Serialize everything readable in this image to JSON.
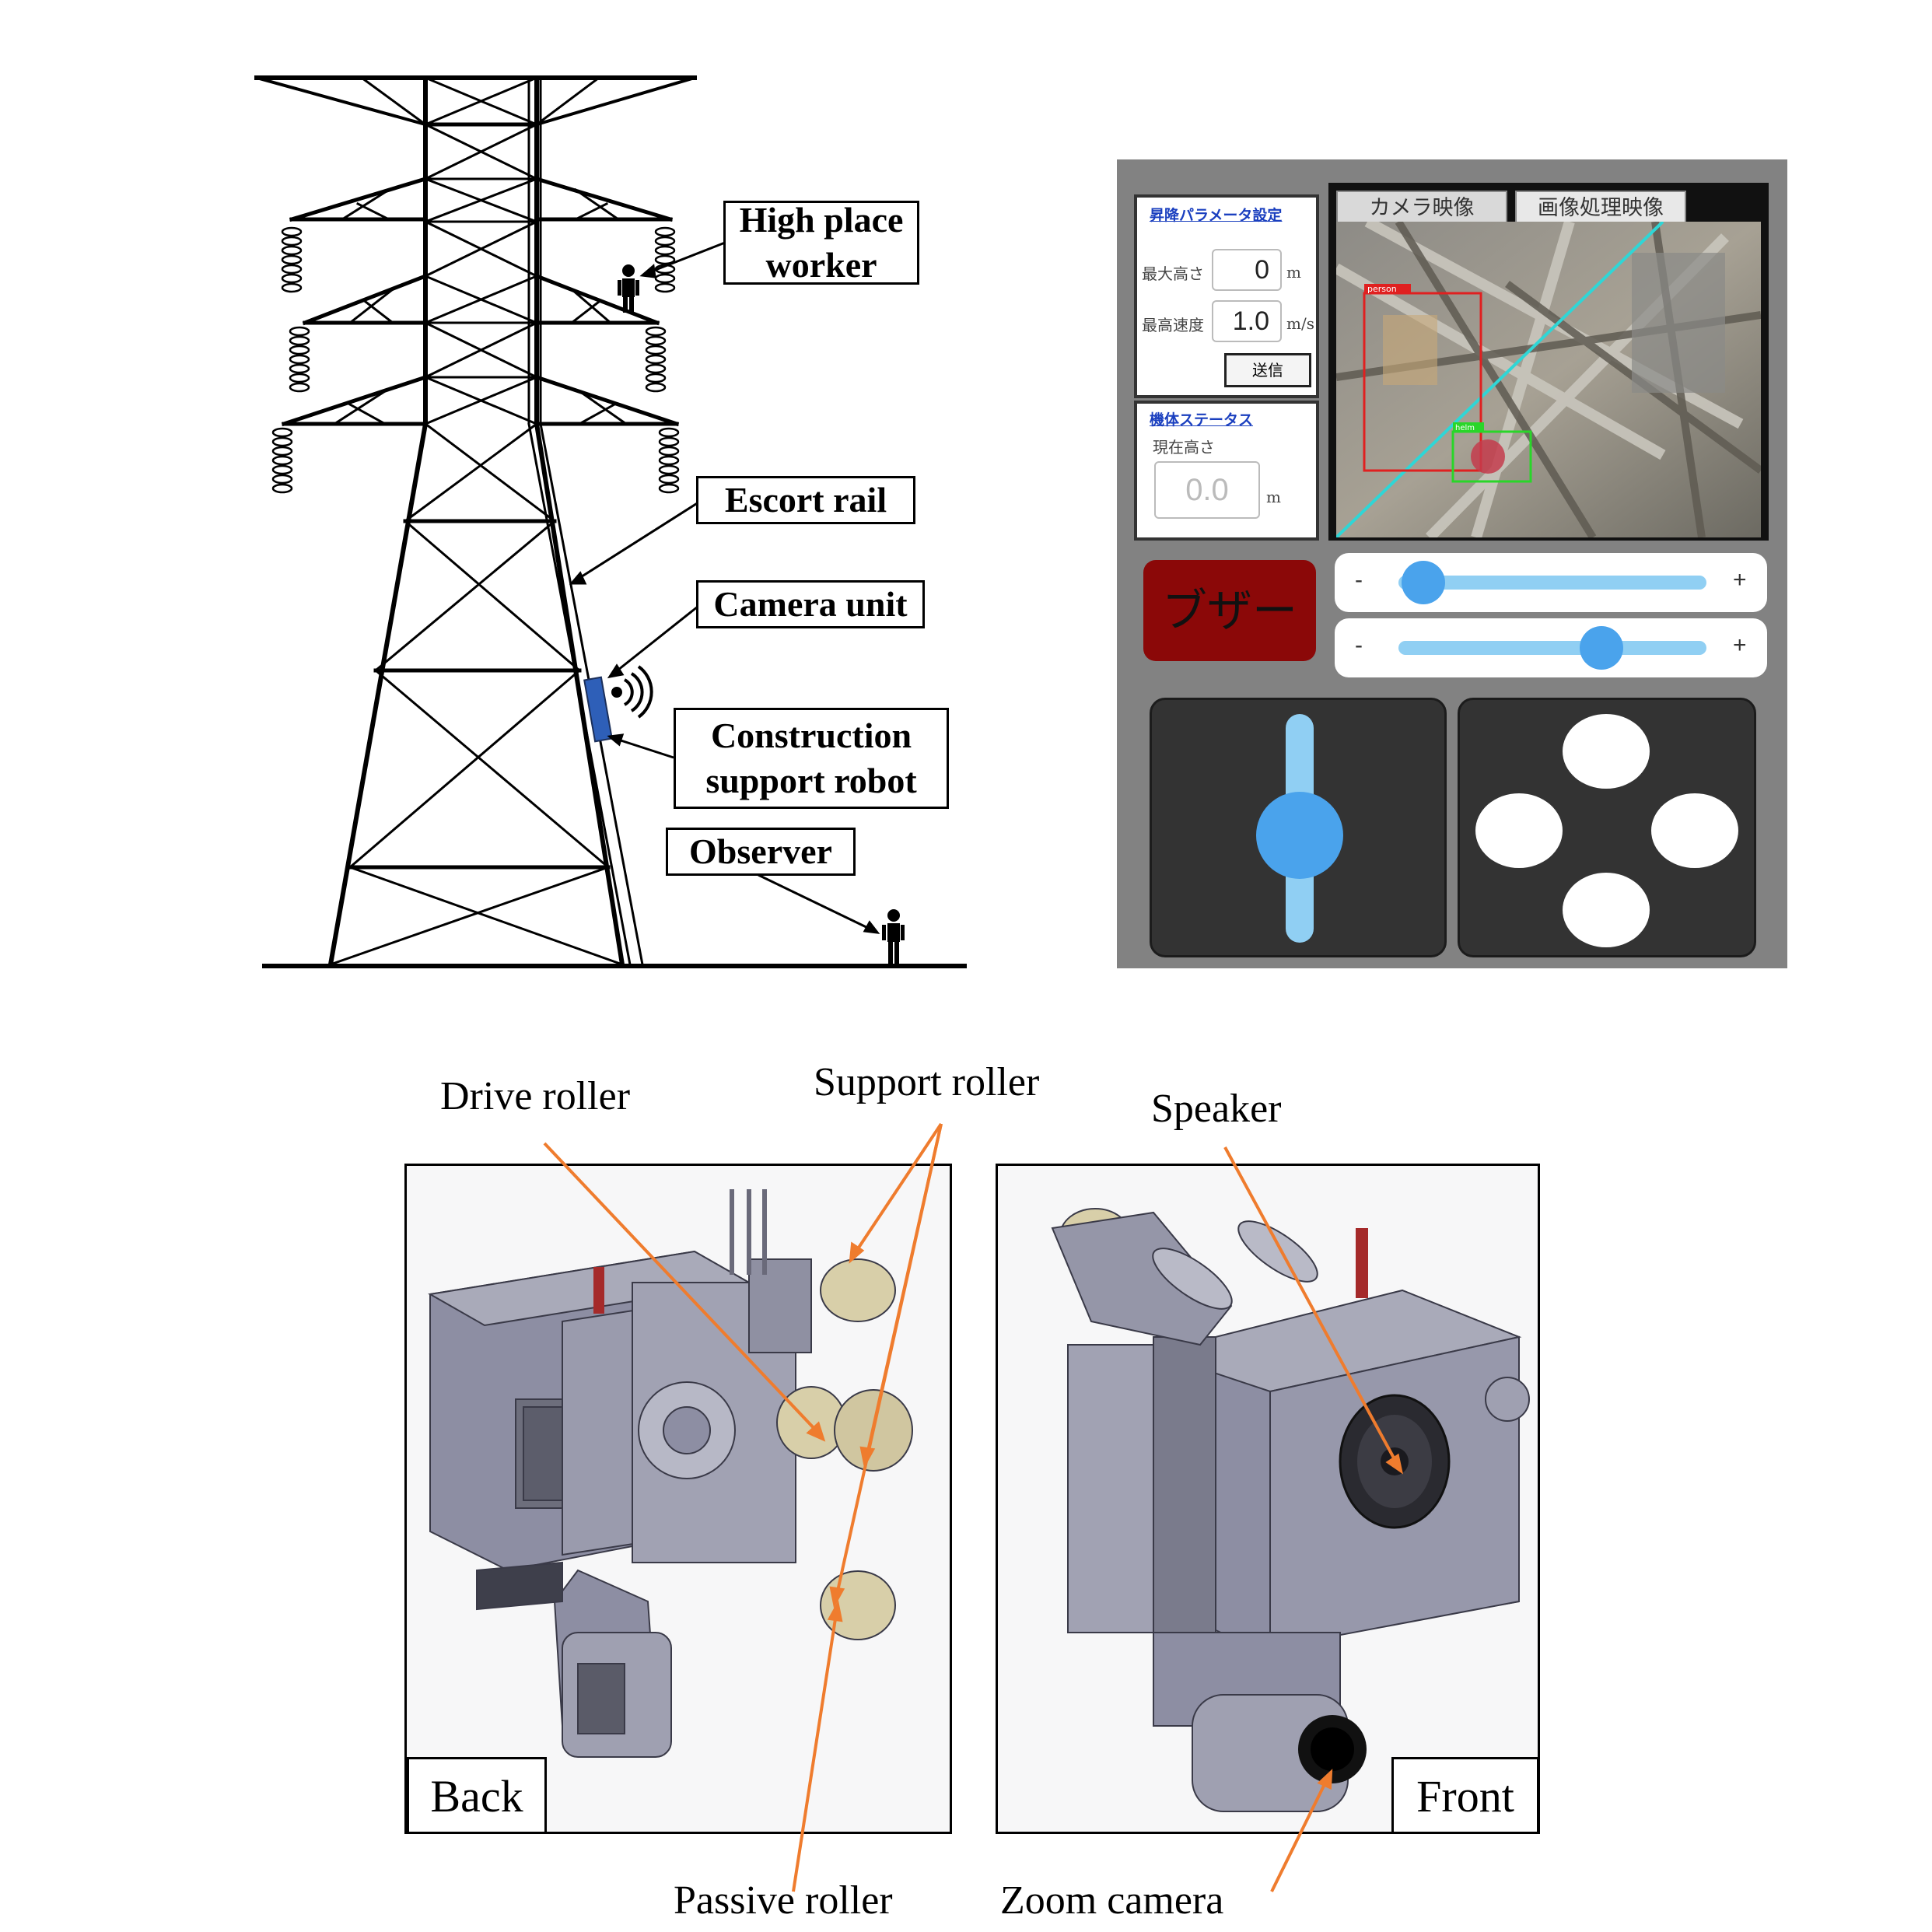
{
  "tower_diagram": {
    "callouts": {
      "high_place_worker": "High place\nworker",
      "escort_rail": "Escort rail",
      "camera_unit": "Camera unit",
      "construction_support_robot": "Construction\nsupport robot",
      "observer": "Observer"
    }
  },
  "app_screen": {
    "params_panel": {
      "title": "昇降パラメータ設定",
      "max_height_label": "最大高さ",
      "max_height_value": "0",
      "max_height_unit": "m",
      "max_speed_label": "最高速度",
      "max_speed_value": "1.0",
      "max_speed_unit": "m/s",
      "send_button": "送信"
    },
    "status_panel": {
      "title": "機体ステータス",
      "current_height_label": "現在高さ",
      "current_height_value": "0.0",
      "current_height_unit": "m"
    },
    "video_tabs": [
      "カメラ映像",
      "画像処理映像"
    ],
    "detections": {
      "person_tag": "person",
      "helmet_tag": "helm"
    },
    "buzzer_button": "ブザー",
    "slider1": {
      "minus": "-",
      "plus": "+",
      "level": 0.08
    },
    "slider2": {
      "minus": "-",
      "plus": "+",
      "level": 0.66
    },
    "colors": {
      "accent_blue": "#4aa3ec",
      "track_blue": "#90cff3",
      "buzzer_red": "#8b0808",
      "pad_dark": "#333333"
    }
  },
  "robot_views": {
    "back": {
      "label": "Back",
      "drive_roller": "Drive roller",
      "support_roller": "Support roller",
      "passive_roller": "Passive roller"
    },
    "front": {
      "label": "Front",
      "speaker": "Speaker",
      "zoom_camera": "Zoom camera"
    },
    "arrow_color": "#ef7c2e"
  }
}
